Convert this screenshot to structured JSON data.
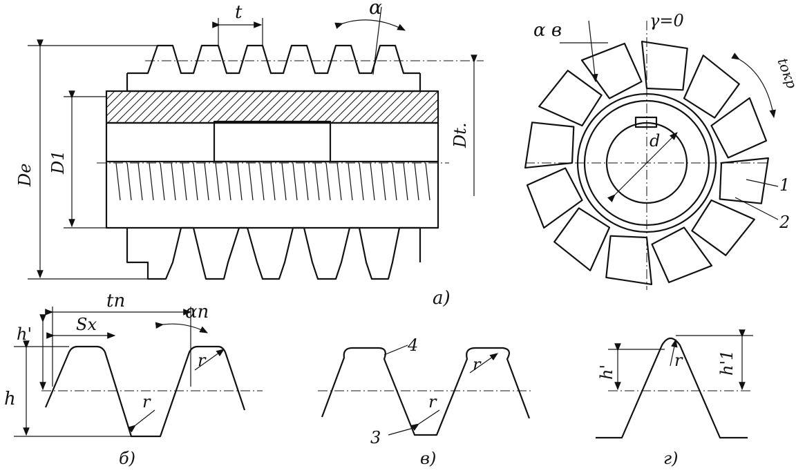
{
  "labels": {
    "t": "t",
    "alpha": "α",
    "alpha_v": "α в",
    "gamma0": "γ=0",
    "t_okr": "tокр",
    "D_e": "De",
    "D_1": "D1",
    "D_t": "Dt.",
    "d": "d",
    "num1": "1",
    "num2": "2",
    "num3": "3",
    "num4": "4",
    "t_n": "tп",
    "alpha_n": "αп",
    "h_prime": "h'",
    "s_x": "Sх",
    "h": "h",
    "r": "r",
    "h1_prime": "h'1"
  },
  "captions": {
    "a": "а)",
    "b": "б)",
    "v": "в)",
    "g": "г)"
  }
}
